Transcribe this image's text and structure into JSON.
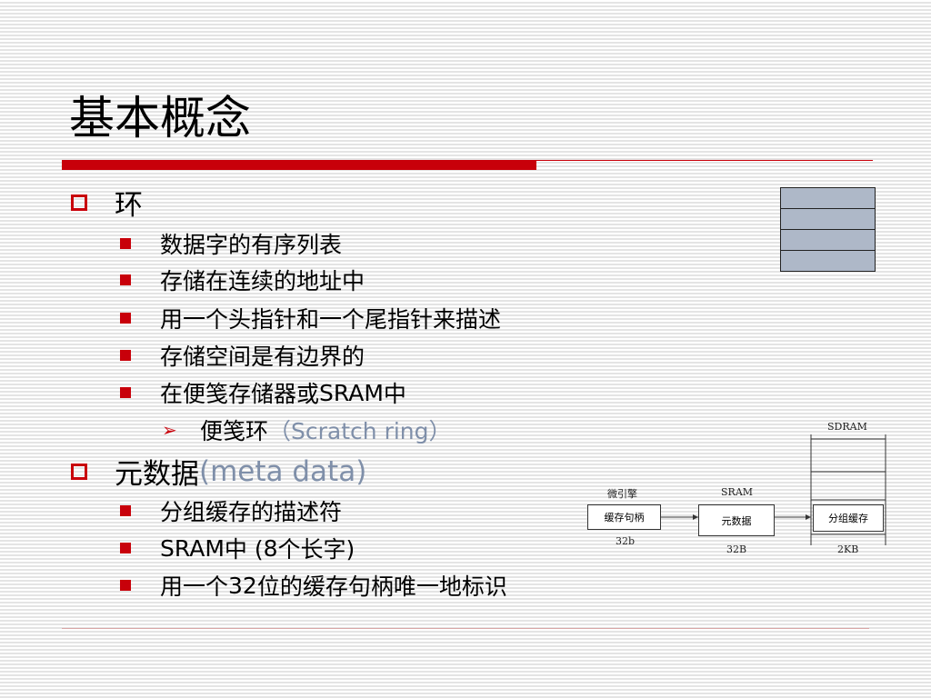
{
  "slide": {
    "title": "基本概念",
    "bullets": {
      "ring": {
        "label": "环",
        "items": [
          "数据字的有序列表",
          "存储在连续的地址中",
          "用一个头指针和一个尾指针来描述",
          "存储空间是有边界的"
        ],
        "sram_item": {
          "pre": "在便笺存储器或",
          "term": "SRAM",
          "post": "中"
        },
        "sub": {
          "label": "便笺环",
          "paren": "（Scratch ring）"
        }
      },
      "meta": {
        "label": "元数据",
        "paren": "(meta data)",
        "item1": "分组缓存的描述符",
        "item2": {
          "a": "SRAM",
          "b": "中 (",
          "c": "8",
          "d": "个长字)"
        },
        "item3": {
          "a": "用一个",
          "b": "32",
          "c": "位的",
          "d": "缓存句柄",
          "e": "唯一地标识"
        }
      }
    }
  },
  "diagram": {
    "microengine_label": "微引擎",
    "sram_label": "SRAM",
    "sdram_label": "SDRAM",
    "handle_box": "缓存句柄",
    "meta_box": "元数据",
    "buffer_box": "分组缓存",
    "handle_size": "32b",
    "meta_size": "32B",
    "buffer_size": "2KB"
  },
  "colors": {
    "accent": "#c8000a",
    "ring_cell": "#aeb8c8",
    "grey_text": "#7f8fa9"
  },
  "icons": {
    "l1": "hollow-square-bullet",
    "l2": "filled-square-bullet",
    "l3": "arrow-bullet"
  }
}
